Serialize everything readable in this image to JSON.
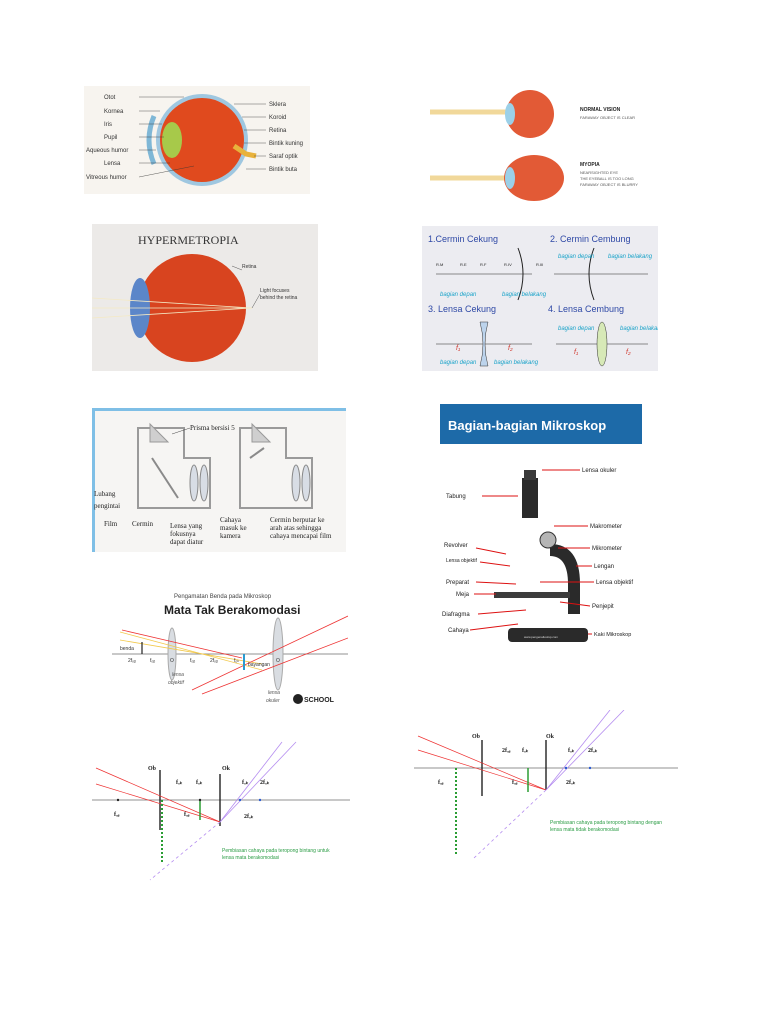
{
  "eye_anatomy": {
    "left_labels": [
      "Otot",
      "Kornea",
      "Iris",
      "Pupil",
      "Aqueous humor",
      "Lensa",
      "Vitreous humor"
    ],
    "right_labels": [
      "Sklera",
      "Koroid",
      "Retina",
      "Bintik kuning",
      "Saraf optik",
      "Bintik buta"
    ]
  },
  "vision": {
    "normal_title": "NORMAL VISION",
    "normal_desc": "FARAWAY OBJECT IS CLEAR",
    "myopia_title": "MYOPIA",
    "myopia_desc1": "NEARSIGHTED EYE",
    "myopia_desc2": "THE EYEBALL IS TOO LONG",
    "myopia_desc3": "FARAWAY OBJECT IS BLURRY"
  },
  "hyper": {
    "title": "HYPERMETROPIA",
    "retina": "Retina",
    "focus1": "Light focuses",
    "focus2": "behind the retina"
  },
  "mirrors": {
    "t1": "1.Cermin Cekung",
    "t2": "2. Cermin Cembung",
    "t3": "3. Lensa Cekung",
    "t4": "4. Lensa Cembung",
    "depan": "bagian depan",
    "belakang": "bagian belakang",
    "depan2": "bagian depan",
    "belakang2": "bagian belakang",
    "f1": "f₁",
    "f2": "f₂",
    "pts": [
      "R.M",
      "R.E",
      "R.F",
      "R.IV",
      "R.III"
    ]
  },
  "camera": {
    "prisma": "Prisma bersisi 5",
    "lubang1": "Lubang",
    "lubang2": "pengintai",
    "film": "Film",
    "cermin": "Cermin",
    "lensa1": "Lensa yang",
    "lensa2": "fokusnya",
    "lensa3": "dapat diatur",
    "cahaya1": "Cahaya",
    "cahaya2": "masuk ke",
    "cahaya3": "kamera",
    "cb1": "Cermin berputar ke",
    "cb2": "arah atas sehingga",
    "cb3": "cahaya mencapai film"
  },
  "microscope": {
    "title": "Bagian-bagian Mikroskop",
    "left": [
      "Tabung",
      "Revolver",
      "Lensa objektif",
      "Preparat",
      "Meja",
      "Diafragma",
      "Cahaya"
    ],
    "right": [
      "Lensa okuler",
      "Makrometer",
      "Mikrometer",
      "Lengan",
      "Lensa objektif",
      "Penjepit",
      "Kaki Mikroskop"
    ],
    "site": "www.pengenaltoolsp.com"
  },
  "micro_ray": {
    "subtitle": "Pengamatan Benda pada Mikroskop",
    "title": "Mata Tak Berakomodasi",
    "benda": "benda",
    "lensa_obj1": "lensa",
    "lensa_obj2": "objektif",
    "lensa_ok1": "lensa",
    "lensa_ok2": "okuler",
    "bayangan": "bayangan",
    "logo": "SCHOOL",
    "axis": [
      "2fₒᵦ",
      "fₒᵦ",
      "O",
      "fₒᵦ",
      "2fₒᵦ",
      "fₒₖ",
      "O"
    ]
  },
  "telescope_a": {
    "ob": "Ob",
    "ok": "Ok",
    "fob": "fₒᵦ",
    "fok": "fₒₖ",
    "two_fok": "2fₒₖ",
    "caption1": "Pembiasan cahaya pada teropong bintang untuk",
    "caption2": "lensa mata berakomodasi"
  },
  "telescope_b": {
    "ob": "Ob",
    "ok": "Ok",
    "fob": "fₒᵦ",
    "fok": "fₒₖ",
    "two_fob": "2fₒᵦ",
    "two_fok": "2fₒₖ",
    "caption1": "Pembiasan cahaya pada teropong bintang dengan",
    "caption2": "lensa mata tidak berakomodasi"
  }
}
